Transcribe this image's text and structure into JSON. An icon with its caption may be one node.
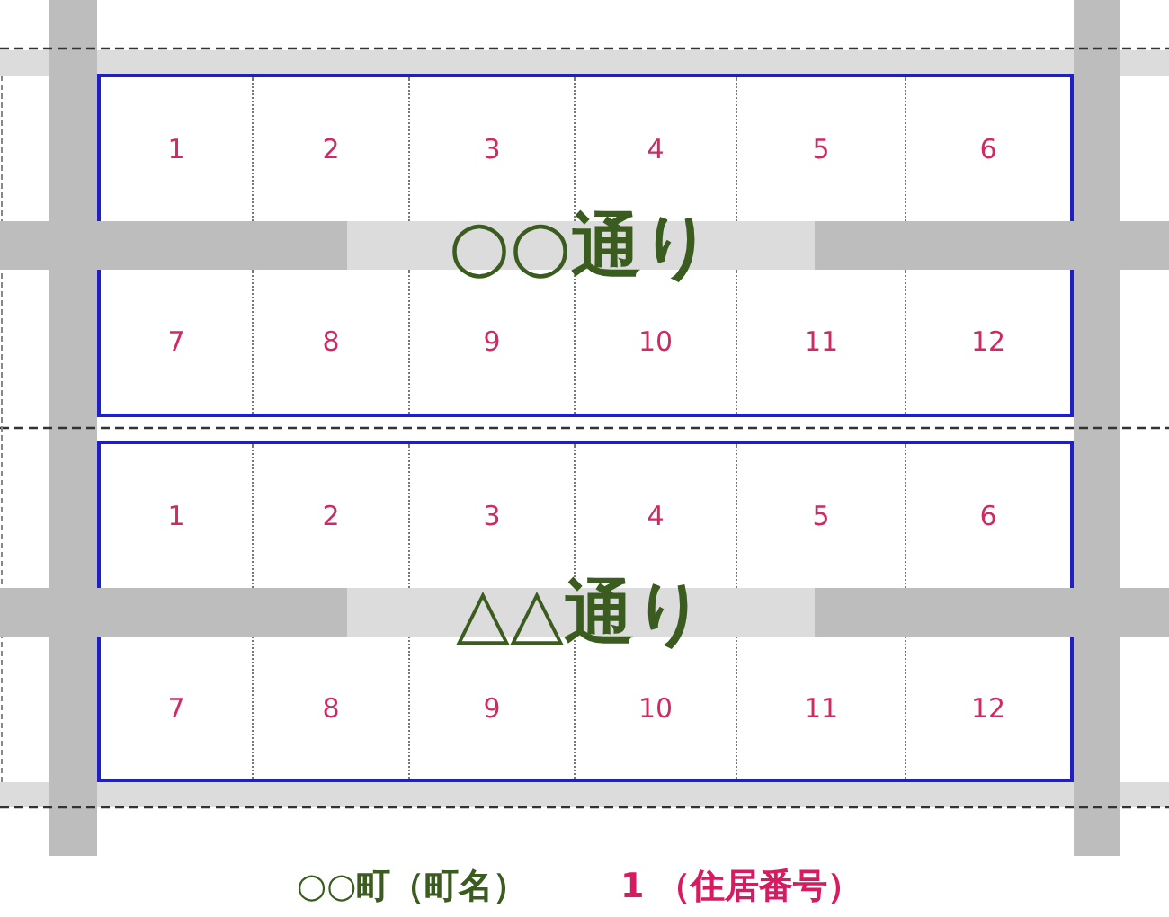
{
  "diagram": {
    "nodes": [
      {
        "text": [],
        "shape": "box"
      },
      {
        "text": [
          "1"
        ],
        "in": 0
      },
      {
        "text": [
          "2"
        ],
        "in": 0
      },
      {
        "text": [
          "3"
        ],
        "in": 0
      },
      {
        "text": [
          "4"
        ],
        "in": 0
      },
      {
        "text": [
          "5"
        ],
        "in": 0
      },
      {
        "text": [
          "6"
        ],
        "in": 0
      },
      {
        "text": [
          "○○通り"
        ]
      },
      {
        "text": [
          "7"
        ],
        "in": 0
      },
      {
        "text": [
          "8"
        ],
        "in": 0
      },
      {
        "text": [
          "9"
        ],
        "in": 0
      },
      {
        "text": [
          "10"
        ],
        "in": 0
      },
      {
        "text": [
          "11"
        ],
        "in": 0
      },
      {
        "text": [
          "12"
        ],
        "in": 0
      },
      {
        "text": [],
        "shape": "box"
      },
      {
        "text": [
          "1"
        ],
        "in": 14
      },
      {
        "text": [
          "2"
        ],
        "in": 14
      },
      {
        "text": [
          "3"
        ],
        "in": 14
      },
      {
        "text": [
          "4"
        ],
        "in": 14
      },
      {
        "text": [
          "5"
        ],
        "in": 14
      },
      {
        "text": [
          "6"
        ],
        "in": 14
      },
      {
        "text": [
          "△△通り"
        ]
      },
      {
        "text": [
          "7"
        ],
        "in": 14
      },
      {
        "text": [
          "8"
        ],
        "in": 14
      },
      {
        "text": [
          "9"
        ],
        "in": 14
      },
      {
        "text": [
          "10"
        ],
        "in": 14
      },
      {
        "text": [
          "11"
        ],
        "in": 14
      },
      {
        "text": [
          "12"
        ],
        "in": 14
      }
    ],
    "labels": [
      "○○町（町名）",
      "1 （住居番号）"
    ]
  }
}
